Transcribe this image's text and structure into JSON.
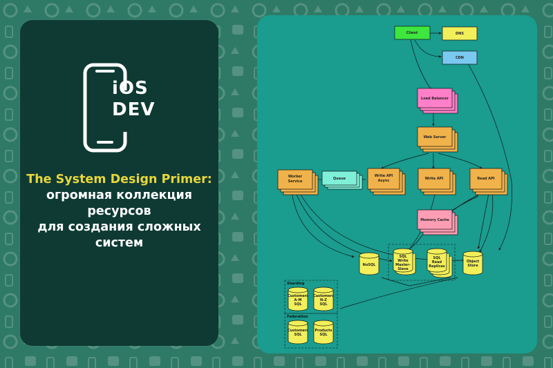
{
  "brand": {
    "logo_line1": "iOS",
    "logo_line2": "DEV"
  },
  "headline": {
    "accent": "The System Design Primer:",
    "line1": "огромная коллекция",
    "line2": "ресурсов",
    "line3": "для создания сложных",
    "line4": "систем"
  },
  "colors": {
    "background": "#2f7a66",
    "left_card": "#0f3a34",
    "right_card": "#1a9c8f",
    "accent_text": "#e8d63a",
    "client": "#3ee63e",
    "dns": "#f2ef5a",
    "cdn": "#7ac9f0",
    "load_balancer": "#ff7fc8",
    "server": "#f0b24a",
    "queue": "#7ff0d8",
    "memory_cache": "#ff9db4",
    "database": "#f2ef5a"
  },
  "diagram": {
    "nodes": {
      "client": "Client",
      "dns": "DNS",
      "cdn": "CDN",
      "load_balancer": "Load Balancer",
      "web_server": "Web Server",
      "worker_service_1": "Worker",
      "worker_service_2": "Service",
      "queue": "Queue",
      "write_api_async_1": "Write API",
      "write_api_async_2": "Async",
      "write_api": "Write API",
      "read_api": "Read API",
      "memory_cache": "Memory Cache",
      "nosql": "NoSQL",
      "sql_write_1": "SQL",
      "sql_write_2": "Write",
      "sql_write_3": "Master-",
      "sql_write_4": "Slave",
      "sql_read_1": "SQL",
      "sql_read_2": "Read",
      "sql_read_3": "Replicas",
      "object_store_1": "Object",
      "object_store_2": "Store",
      "customers_am_1": "Customers",
      "customers_am_2": "A-M",
      "customers_am_3": "SQL",
      "customers_nz_1": "Customers",
      "customers_nz_2": "N-Z",
      "customers_nz_3": "SQL",
      "customers_sql_1": "Customers",
      "customers_sql_2": "SQL",
      "products_sql_1": "Products",
      "products_sql_2": "SQL"
    },
    "groups": {
      "sharding": "Sharding",
      "federation": "Federation"
    }
  }
}
